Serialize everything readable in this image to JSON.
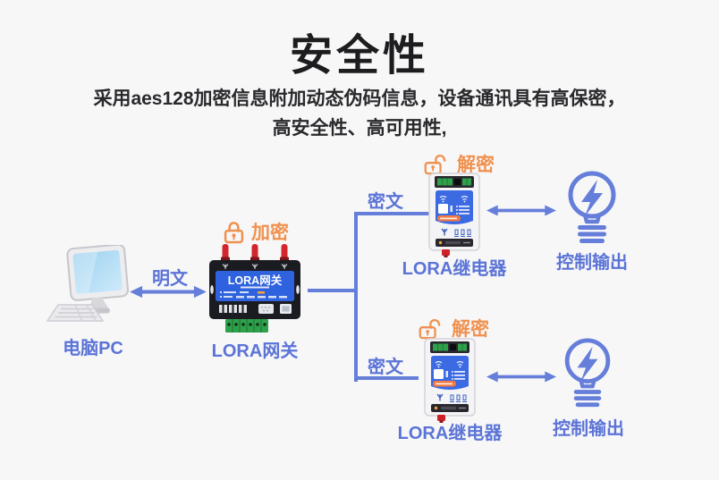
{
  "page": {
    "title": "安全性",
    "subtitle_line1": "采用aes128加密信息附加动态伪码信息，设备通讯具有高保密，",
    "subtitle_line2": "高安全性、高可用性,"
  },
  "colors": {
    "accent_blue": "#5b74d6",
    "accent_orange": "#f0914f",
    "line_blue": "#657ed9"
  },
  "diagram": {
    "pc": {
      "label": "电脑PC"
    },
    "plaintext_label": "明文",
    "gateway": {
      "encrypt_label": "加密",
      "device_title": "LORA网关",
      "label": "LORA网关"
    },
    "branch_top": {
      "ciphertext_label": "密文",
      "decrypt_label": "解密",
      "relay_label": "LORA继电器",
      "output_label": "控制输出"
    },
    "branch_bottom": {
      "ciphertext_label": "密文",
      "decrypt_label": "解密",
      "relay_label": "LORA继电器",
      "output_label": "控制输出"
    }
  }
}
